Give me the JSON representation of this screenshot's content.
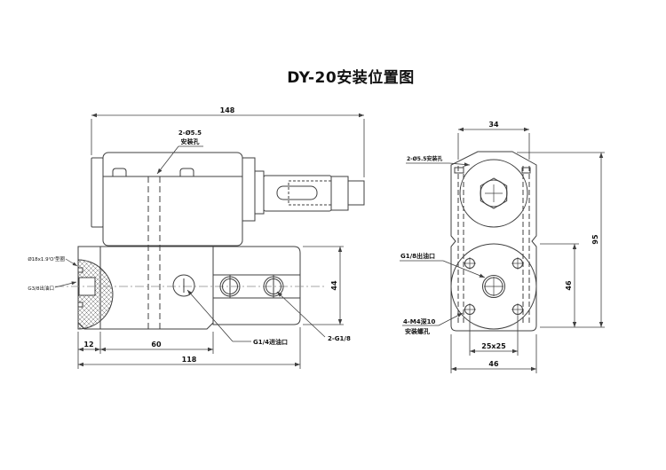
{
  "title": "DY-20安装位置图",
  "colors": {
    "line": "#3f3f3f",
    "bg": "#ffffff",
    "text": "#111111"
  },
  "side_view": {
    "total_width": "148",
    "seg_left": "12",
    "seg_mid": "60",
    "base_width": "118",
    "height": "44",
    "mount_l1": "2-Ø5.5",
    "mount_l2": "安装孔",
    "oring": "Ø18x1.9'O'型圈",
    "outlet": "G3/8出油口",
    "inlet": "G1/4进油口",
    "ports": "2-G1/8"
  },
  "front_view": {
    "top_width": "34",
    "total_height": "95",
    "lower_height": "46",
    "hole_spacing": "25x25",
    "base_width": "46",
    "mount": "2-Ø5.5安装孔",
    "outlet": "G1/8出油口",
    "screw_l1": "4-M4深10",
    "screw_l2": "安装螺孔"
  }
}
